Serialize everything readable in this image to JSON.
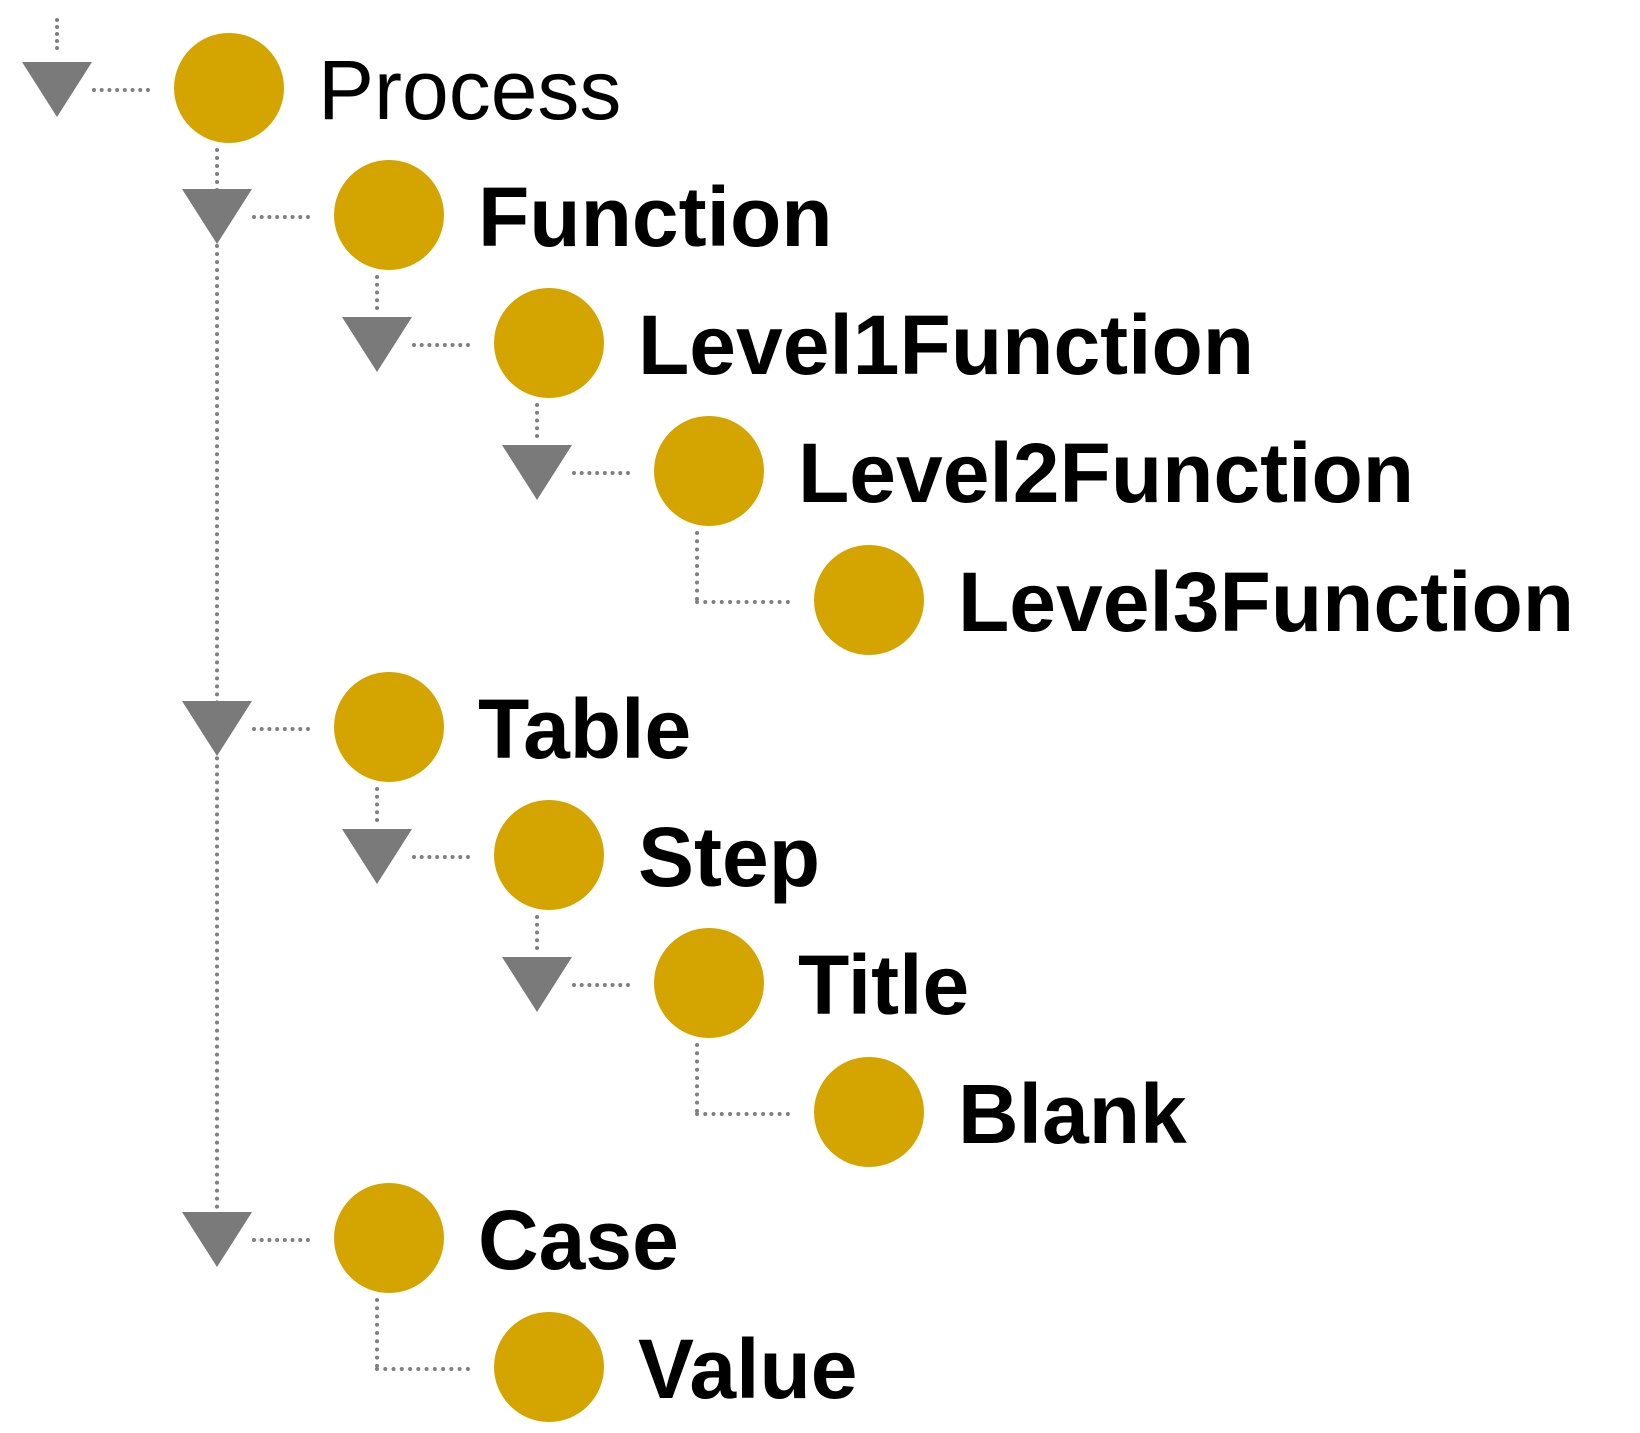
{
  "tree": {
    "colors": {
      "node": "#d4a500",
      "toggle": "#7a7a7a",
      "connector": "#7f7f7f",
      "text": "#000000"
    },
    "nodes": [
      {
        "label": "Process",
        "icon": "class-circle-icon",
        "expanded": true
      },
      {
        "label": "Function",
        "icon": "class-circle-icon",
        "expanded": true
      },
      {
        "label": "Level1Function",
        "icon": "class-circle-icon",
        "expanded": true
      },
      {
        "label": "Level2Function",
        "icon": "class-circle-icon",
        "expanded": true
      },
      {
        "label": "Level3Function",
        "icon": "class-circle-icon",
        "expanded": false
      },
      {
        "label": "Table",
        "icon": "class-circle-icon",
        "expanded": true
      },
      {
        "label": "Step",
        "icon": "class-circle-icon",
        "expanded": true
      },
      {
        "label": "Title",
        "icon": "class-circle-icon",
        "expanded": true
      },
      {
        "label": "Blank",
        "icon": "class-circle-icon",
        "expanded": false
      },
      {
        "label": "Case",
        "icon": "class-circle-icon",
        "expanded": true
      },
      {
        "label": "Value",
        "icon": "class-circle-icon",
        "expanded": false
      }
    ]
  }
}
